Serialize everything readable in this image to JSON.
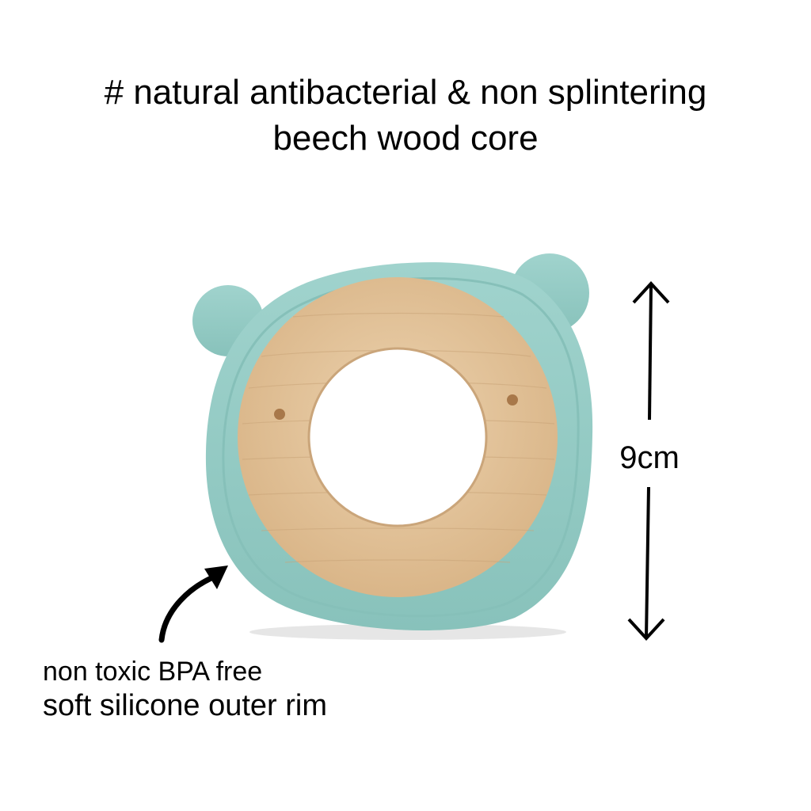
{
  "headline": {
    "line1": "# natural antibacterial & non splintering",
    "line2": "beech wood core"
  },
  "dimension": {
    "label": "9cm"
  },
  "caption": {
    "line1": "non toxic BPA free",
    "line2": "soft silicone outer rim"
  },
  "colors": {
    "silicone": "#93cbc5",
    "silicone_edge": "#7fbdb6",
    "wood": "#e2c29a",
    "wood_grain": "#c9a478",
    "wood_hole_dot": "#a8784a",
    "text": "#000000"
  },
  "product": {
    "name_icon": "bear-teether-icon"
  }
}
